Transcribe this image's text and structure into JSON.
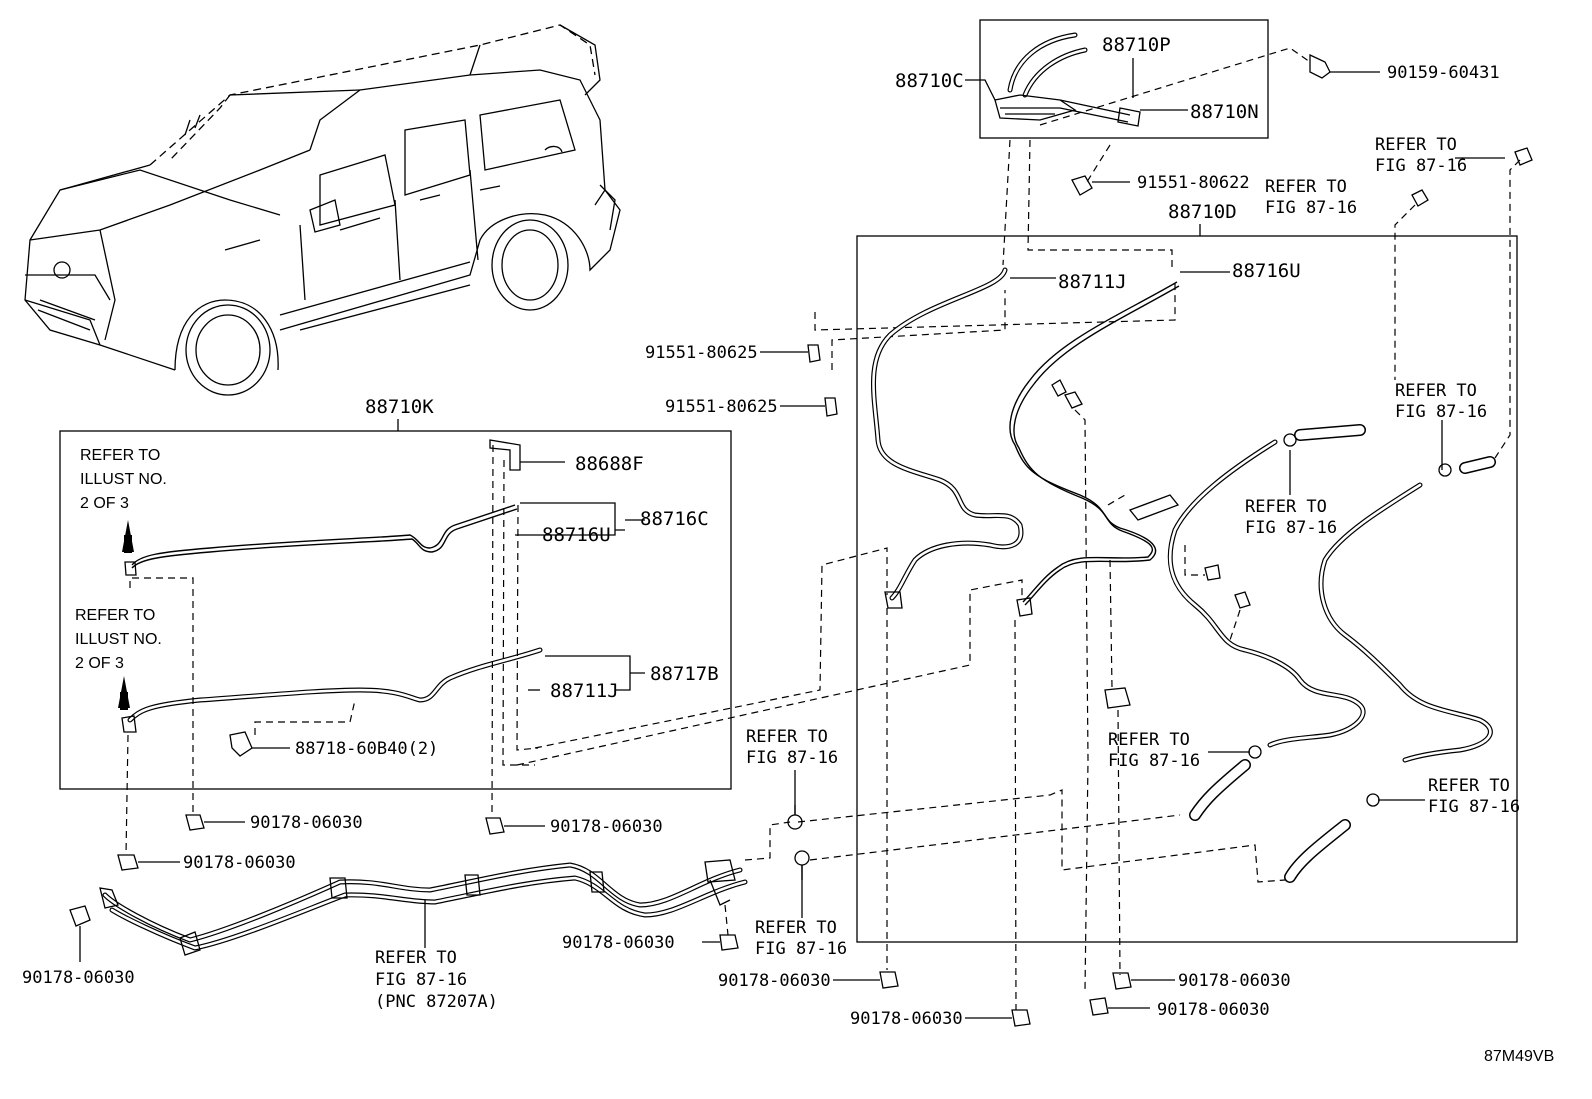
{
  "labels": {
    "p88710P": "88710P",
    "p88710C": "88710C",
    "p88710N": "88710N",
    "p90159": "90159-60431",
    "p91551_80622": "91551-80622",
    "p88710D": "88710D",
    "p88711J_top": "88711J",
    "p88716U_top": "88716U",
    "p91551_a": "91551-80625",
    "p91551_b": "91551-80625",
    "p88710K": "88710K",
    "p88688F": "88688F",
    "p88716C": "88716C",
    "p88716U_k": "88716U",
    "p88717B": "88717B",
    "p88711J_k": "88711J",
    "p88718": "88718-60B40(2)",
    "n90178_1": "90178-06030",
    "n90178_2": "90178-06030",
    "n90178_3": "90178-06030",
    "n90178_4": "90178-06030",
    "n90178_5": "90178-06030",
    "n90178_6": "90178-06030",
    "n90178_7": "90178-06030",
    "n90178_8": "90178-06030",
    "n90178_9": "90178-06030",
    "diagram_code": "87M49VB"
  },
  "refer": {
    "line1": "REFER TO",
    "fig": "FIG 87-16",
    "pnc": "(PNC 87207A)"
  },
  "illust": {
    "refer": "REFER TO",
    "illust_no": "ILLUST NO.",
    "of": "2 OF 3"
  }
}
